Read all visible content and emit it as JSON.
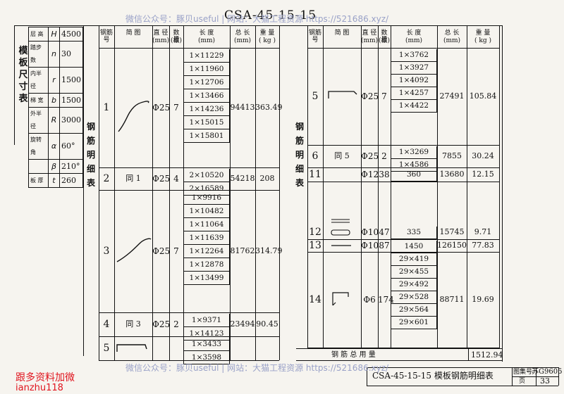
{
  "title": "CSA-45-15-15",
  "watermark_top": "微信公众号：豚贝useful | 网站：大猫工程资源 https://521686.xyz/",
  "watermark_bottom": "微信公众号：豚贝useful | 网站：大猫工程资源 https://521686.xyz/",
  "promo_line1": "跟多资料加微",
  "promo_line2": "ianzhu118",
  "template_label": "模板尺寸表",
  "template_dims": [
    {
      "label": "层 高",
      "sym": "H",
      "value": "4500"
    },
    {
      "label": "踏步数",
      "sym": "n",
      "value": "30"
    },
    {
      "label": "内半径",
      "sym": "r",
      "value": "1500"
    },
    {
      "label": "梯 宽",
      "sym": "b",
      "value": "1500"
    },
    {
      "label": "外半径",
      "sym": "R",
      "value": "3000"
    },
    {
      "label": "旋转角",
      "sym": "α",
      "value": "60°"
    },
    {
      "label": "",
      "sym": "β",
      "value": "210°"
    },
    {
      "label": "板 厚",
      "sym": "t",
      "value": "260"
    }
  ],
  "side_label": "钢筋明细表",
  "headers": {
    "no": "钢筋号",
    "shape": "简 图",
    "dia": "直 径",
    "dia_unit": "(mm)",
    "count": "数 量",
    "count_unit": "(根)",
    "length": "长 度",
    "length_unit": "(mm)",
    "total": "总 长",
    "total_unit": "(mm)",
    "weight": "重 量",
    "weight_unit": "( kg )"
  },
  "left_rows": [
    {
      "no": "1",
      "shape": "",
      "dia": "Φ25",
      "count": "7",
      "lengths": [
        "1×11229",
        "1×11960",
        "1×12706",
        "1×13466",
        "1×14236",
        "1×15015",
        "1×15801"
      ],
      "total": "94413",
      "weight": "363.49"
    },
    {
      "no": "2",
      "shape": "同 1",
      "dia": "Φ25",
      "count": "4",
      "lengths": [
        "2×10520",
        "2×16589"
      ],
      "total": "54218",
      "weight": "208"
    },
    {
      "no": "3",
      "shape": "",
      "dia": "Φ25",
      "count": "7",
      "lengths": [
        "1×9916",
        "1×10482",
        "1×11064",
        "1×11639",
        "1×12264",
        "1×12878",
        "1×13499"
      ],
      "total": "81762",
      "weight": "314.79"
    },
    {
      "no": "4",
      "shape": "同 3",
      "dia": "Φ25",
      "count": "2",
      "lengths": [
        "1×9371",
        "1×14123"
      ],
      "total": "23494",
      "weight": "90.45"
    },
    {
      "no": "5",
      "shape": "",
      "dia": "",
      "count": "",
      "lengths": [
        "1×3433",
        "1×3598"
      ],
      "total": "",
      "weight": ""
    }
  ],
  "right_rows": [
    {
      "no": "5",
      "shape": "",
      "dia": "Φ25",
      "count": "7",
      "lengths": [
        "1×3762",
        "1×3927",
        "1×4092",
        "1×4257",
        "1×4422"
      ],
      "total": "27491",
      "weight": "105.84"
    },
    {
      "no": "6",
      "shape": "同 5",
      "dia": "Φ25",
      "count": "2",
      "lengths": [
        "1×3269",
        "1×4586"
      ],
      "total": "7855",
      "weight": "30.24"
    },
    {
      "no": "11",
      "shape": "",
      "dia": "Φ12",
      "count": "38",
      "lengths": [
        "360"
      ],
      "total": "13680",
      "weight": "12.15"
    },
    {
      "no": "12",
      "shape": "",
      "dia": "Φ10",
      "count": "47",
      "lengths": [
        "335"
      ],
      "total": "15745",
      "weight": "9.71"
    },
    {
      "no": "13",
      "shape": "",
      "dia": "Φ10",
      "count": "87",
      "lengths": [
        "1450"
      ],
      "total": "126150",
      "weight": "77.83"
    },
    {
      "no": "14",
      "shape": "",
      "dia": "Φ6",
      "count": "174",
      "lengths": [
        "29×419",
        "29×455",
        "29×492",
        "29×528",
        "29×564",
        "29×601"
      ],
      "total": "88711",
      "weight": "19.69"
    }
  ],
  "total_label": "钢 筋 总 用 量",
  "total_weight": "1512.94",
  "footer_title": "CSA-45-15-15 模板钢筋明细表",
  "atlas_label": "图集号",
  "atlas_no": "苏G9605",
  "page_label": "页",
  "page_no": "33"
}
